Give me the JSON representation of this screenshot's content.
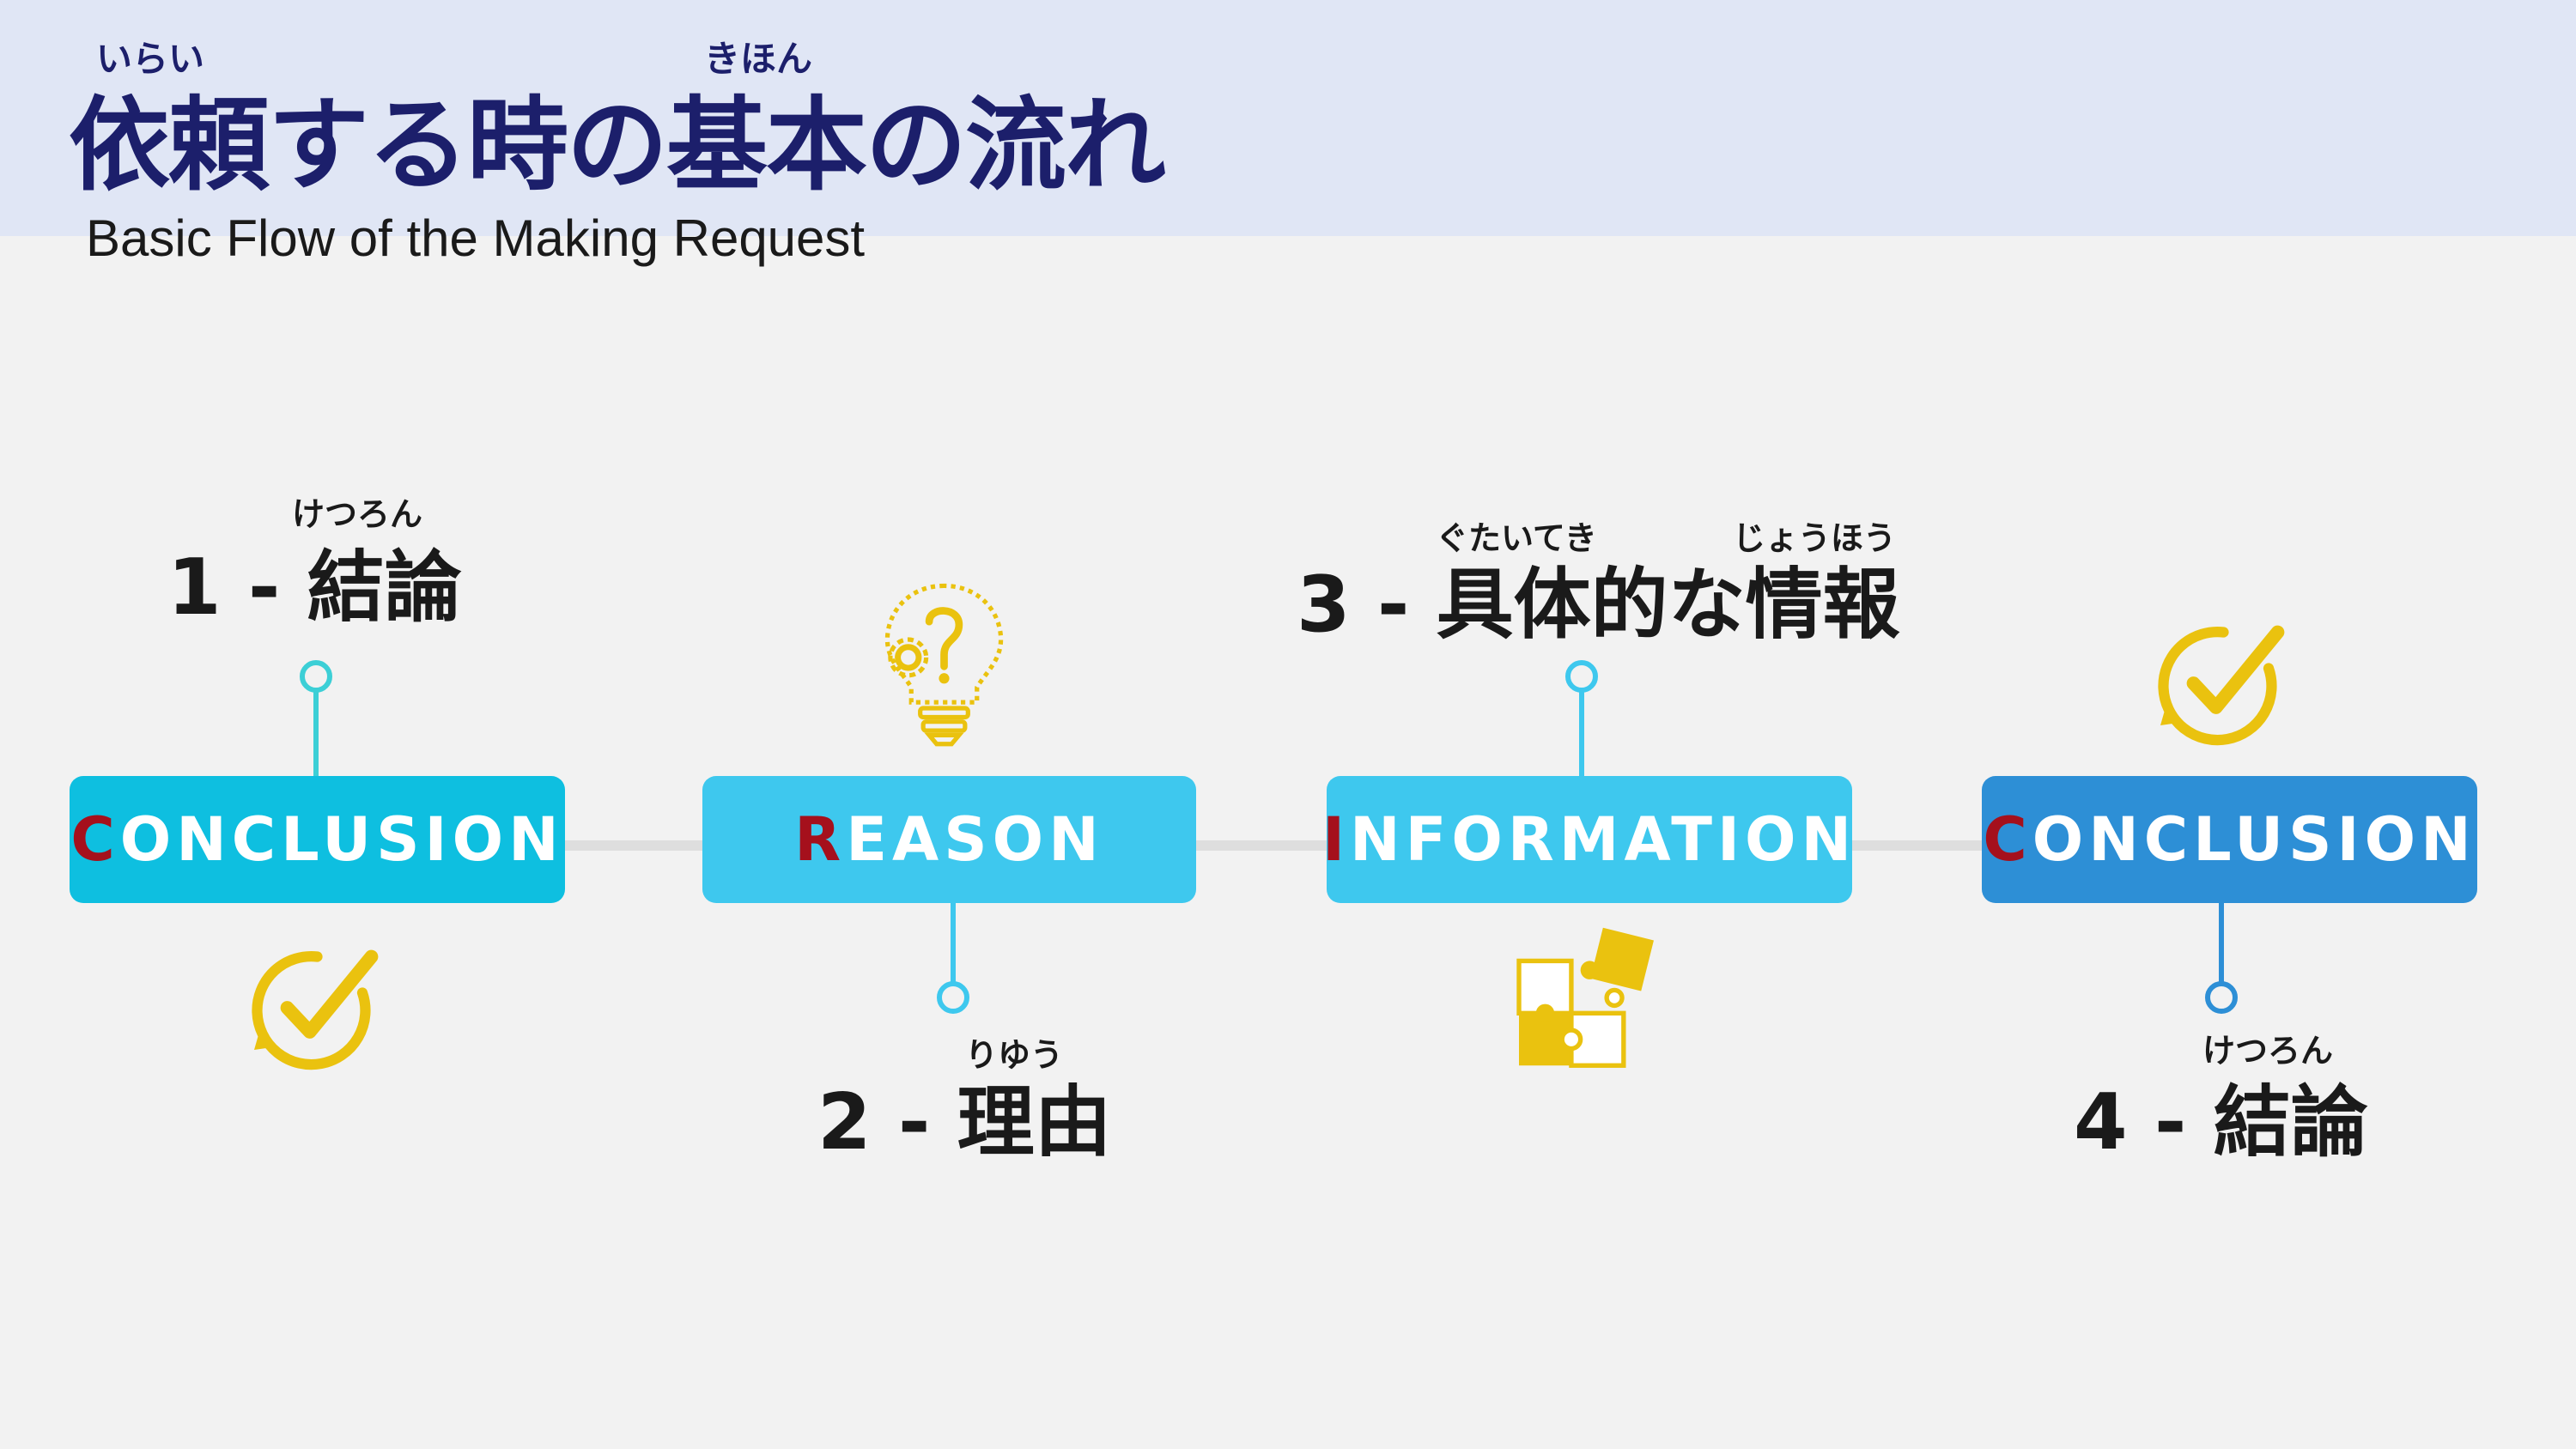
{
  "header": {
    "title": "依頼する時の基本の流れ",
    "title_ruby_1": "いらい",
    "title_ruby_2": "きほん",
    "subtitle": "Basic Flow of the Making Request"
  },
  "steps": [
    {
      "number_label": "1 - 結論",
      "ruby": "けつろん",
      "box_first_letter": "C",
      "box_rest": "ONCLUSION",
      "icon": "check-cycle-icon",
      "color": "#0ebfe0"
    },
    {
      "number_label": "2 - 理由",
      "ruby": "りゆう",
      "box_first_letter": "R",
      "box_rest": "EASON",
      "icon": "lightbulb-question-icon",
      "color": "#3ec8ee"
    },
    {
      "number_label": "3 - 具体的な情報",
      "ruby_1": "ぐたいてき",
      "ruby_2": "じょうほう",
      "box_first_letter": "I",
      "box_rest": "NFORMATION",
      "icon": "puzzle-icon",
      "color": "#3ec8ee"
    },
    {
      "number_label": "4 - 結論",
      "ruby": "けつろん",
      "box_first_letter": "C",
      "box_rest": "ONCLUSION",
      "icon": "check-cycle-icon",
      "color": "#2d8fd6"
    }
  ],
  "colors": {
    "accent_letter": "#a5101c",
    "icon_yellow": "#eac20f",
    "title_navy": "#1c1f6b"
  }
}
